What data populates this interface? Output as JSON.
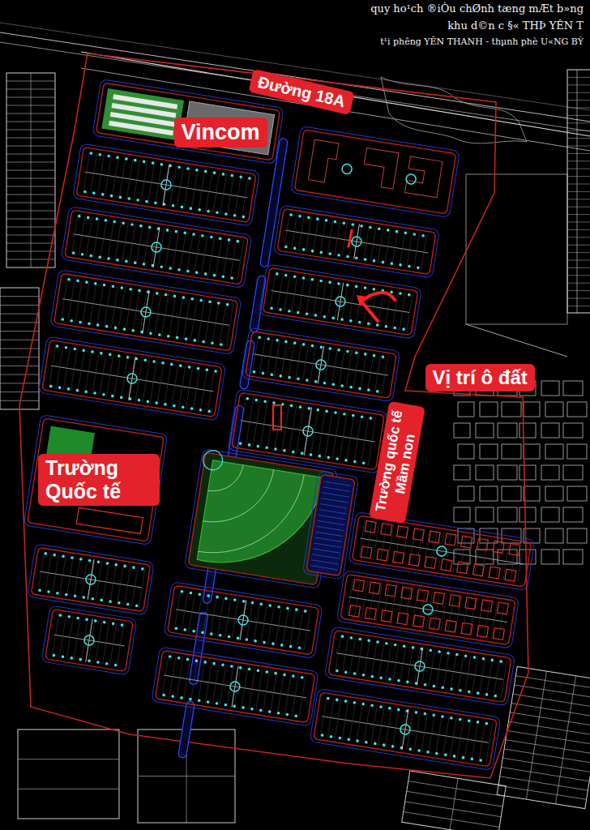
{
  "diagram": {
    "nodes": [
      {
        "text": [
          "Đường 18A"
        ]
      },
      {
        "text": [
          "Vincom"
        ]
      },
      {
        "text": [
          "Vị trí ô đất"
        ]
      },
      {
        "text": [
          "Trường Quốc tế"
        ]
      },
      {
        "text": [
          "Trường quốc tế Mầm non"
        ]
      }
    ],
    "labels": [
      "quy ho¹ch ®iÒu chØnh tæng mÆt b»ng",
      "khu d©n c­ §« THÞ YÊN T",
      "t¹i ph­êng YÊN THANH - thµnh phè U«NG BÝ"
    ]
  }
}
